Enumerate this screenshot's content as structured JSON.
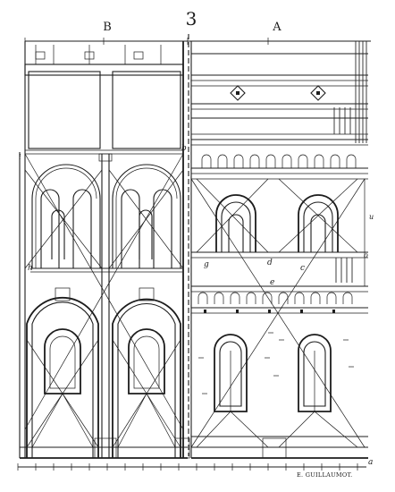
{
  "figure": {
    "number_label": "3",
    "section_b_label": "B",
    "section_a_label": "A",
    "engraver_signature": "E. GUILLAUMOT.",
    "point_labels": {
      "a": "a",
      "b": "b",
      "c": "c",
      "d": "d",
      "e": "e",
      "g": "g",
      "h": "h",
      "i": "i",
      "u": "u",
      "o": "o"
    }
  },
  "colors": {
    "ink": "#1c1c1c",
    "paper": "#ffffff"
  }
}
